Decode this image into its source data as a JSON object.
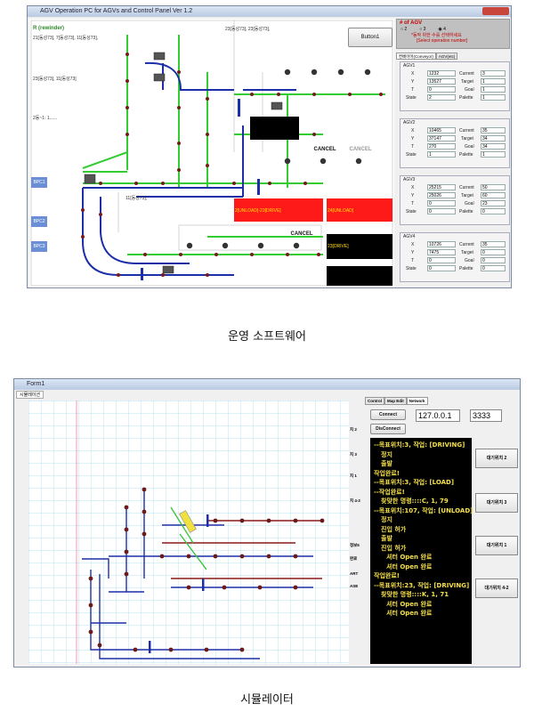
{
  "top": {
    "title": "AGV Operation PC for AGVs and Control Panel Ver 1.2",
    "map_label_r": "R (rewinder)",
    "top_labels": [
      "21[동성73], 7[동성73], 11[동성73],",
      "23[동성73], 23[동성73],",
      "23[동성73], 11[동성73]",
      "2동~1:   1......"
    ],
    "row_label_mid": "11[동성73],",
    "button1": "Button1",
    "agv_header": "# of AGV",
    "radios": [
      "2",
      "3",
      "4"
    ],
    "warn1": "*동작 위한 수를 선택하세요",
    "warn2": "[Select operation number]",
    "tabs": [
      "컨베이어(Conveyor)",
      "AGV(etc)"
    ],
    "bpc": [
      "BPC1",
      "BPC2",
      "BPC3"
    ],
    "cancel": "CANCEL",
    "status_bars": [
      {
        "text": "2[UNLOAD]-23[DRIVE]",
        "color": "#ff1a1a"
      },
      {
        "text": "24[UNLOAD]",
        "color": "#ff1a1a"
      },
      {
        "text": "23[DRIVE]",
        "color": "#000000"
      }
    ],
    "field_labels": {
      "x": "X",
      "y": "Y",
      "t": "T",
      "state": "State",
      "current": "Current",
      "target": "Target",
      "goal": "Goal",
      "palette": "Palette"
    },
    "agvs": [
      {
        "name": "AGV1",
        "x": "1232",
        "y": "13527",
        "t": "0",
        "state": "2",
        "current": "3",
        "target": "1",
        "goal": "1",
        "palette": "1"
      },
      {
        "name": "AGV2",
        "x": "10465",
        "y": "37147",
        "t": "270",
        "state": "1",
        "current": "35",
        "target": "34",
        "goal": "34",
        "palette": "1"
      },
      {
        "name": "AGV3",
        "x": "25215",
        "y": "25026",
        "t": "0",
        "state": "0",
        "current": "50",
        "target": "60",
        "goal": "23",
        "palette": "0"
      },
      {
        "name": "AGV4",
        "x": "10726",
        "y": "7475",
        "t": "0",
        "state": "0",
        "current": "35",
        "target": "0",
        "goal": "0",
        "palette": "0"
      }
    ]
  },
  "caption_top": "운영 소프트웨어",
  "bottom": {
    "title": "Form1",
    "tab_label": "시뮬레이션",
    "tabs": [
      "Control",
      "Map Edit",
      "Network"
    ],
    "ip": "127.0.0.1",
    "port": "3333",
    "connect": "Connect",
    "disconnect": "DisConnect",
    "side_buttons": [
      "대기위치 2",
      "대기위치 3",
      "대기위치 1",
      "대기위치 4-2"
    ],
    "left_edge_labels": [
      "치 2",
      "치 3",
      "치 1",
      "치 4-2",
      "정보5",
      "완료",
      "ART",
      "ASE"
    ],
    "log_lines": [
      {
        "text": "--목표위치:3, 작업: [DRIVING]",
        "indent": 0
      },
      {
        "text": "정지",
        "indent": 1
      },
      {
        "text": "출발",
        "indent": 1
      },
      {
        "text": "작업완료!",
        "indent": 0
      },
      {
        "text": "--목표위치:3, 작업: [LOAD]",
        "indent": 0
      },
      {
        "text": "--작업완료!",
        "indent": 0
      },
      {
        "text": "찾맞한 명령::::C, 1, 79",
        "indent": 1
      },
      {
        "text": "--목표위치:107, 작업: [UNLOAD]",
        "indent": 0
      },
      {
        "text": "정지",
        "indent": 1
      },
      {
        "text": "진입 허가",
        "indent": 1
      },
      {
        "text": "출발",
        "indent": 1
      },
      {
        "text": "진입 허가",
        "indent": 1
      },
      {
        "text": "셔터 Open 완료",
        "indent": 2
      },
      {
        "text": "셔터 Open 완료",
        "indent": 2
      },
      {
        "text": "작업완료!",
        "indent": 0
      },
      {
        "text": "--목표위치:23, 작업: [DRIVING]",
        "indent": 0
      },
      {
        "text": "찾맞한 명령::::K, 1, 71",
        "indent": 1
      },
      {
        "text": "셔터 Open 완료",
        "indent": 2
      },
      {
        "text": "셔터 Open 완료",
        "indent": 2
      }
    ]
  },
  "caption_bottom": "시뮬레이터",
  "colors": {
    "path_green": "#33cc33",
    "path_blue": "#1c2fa8",
    "node": "#7a1a1a",
    "grid": "#9fd8ec",
    "status_red": "#ff1a1a"
  }
}
